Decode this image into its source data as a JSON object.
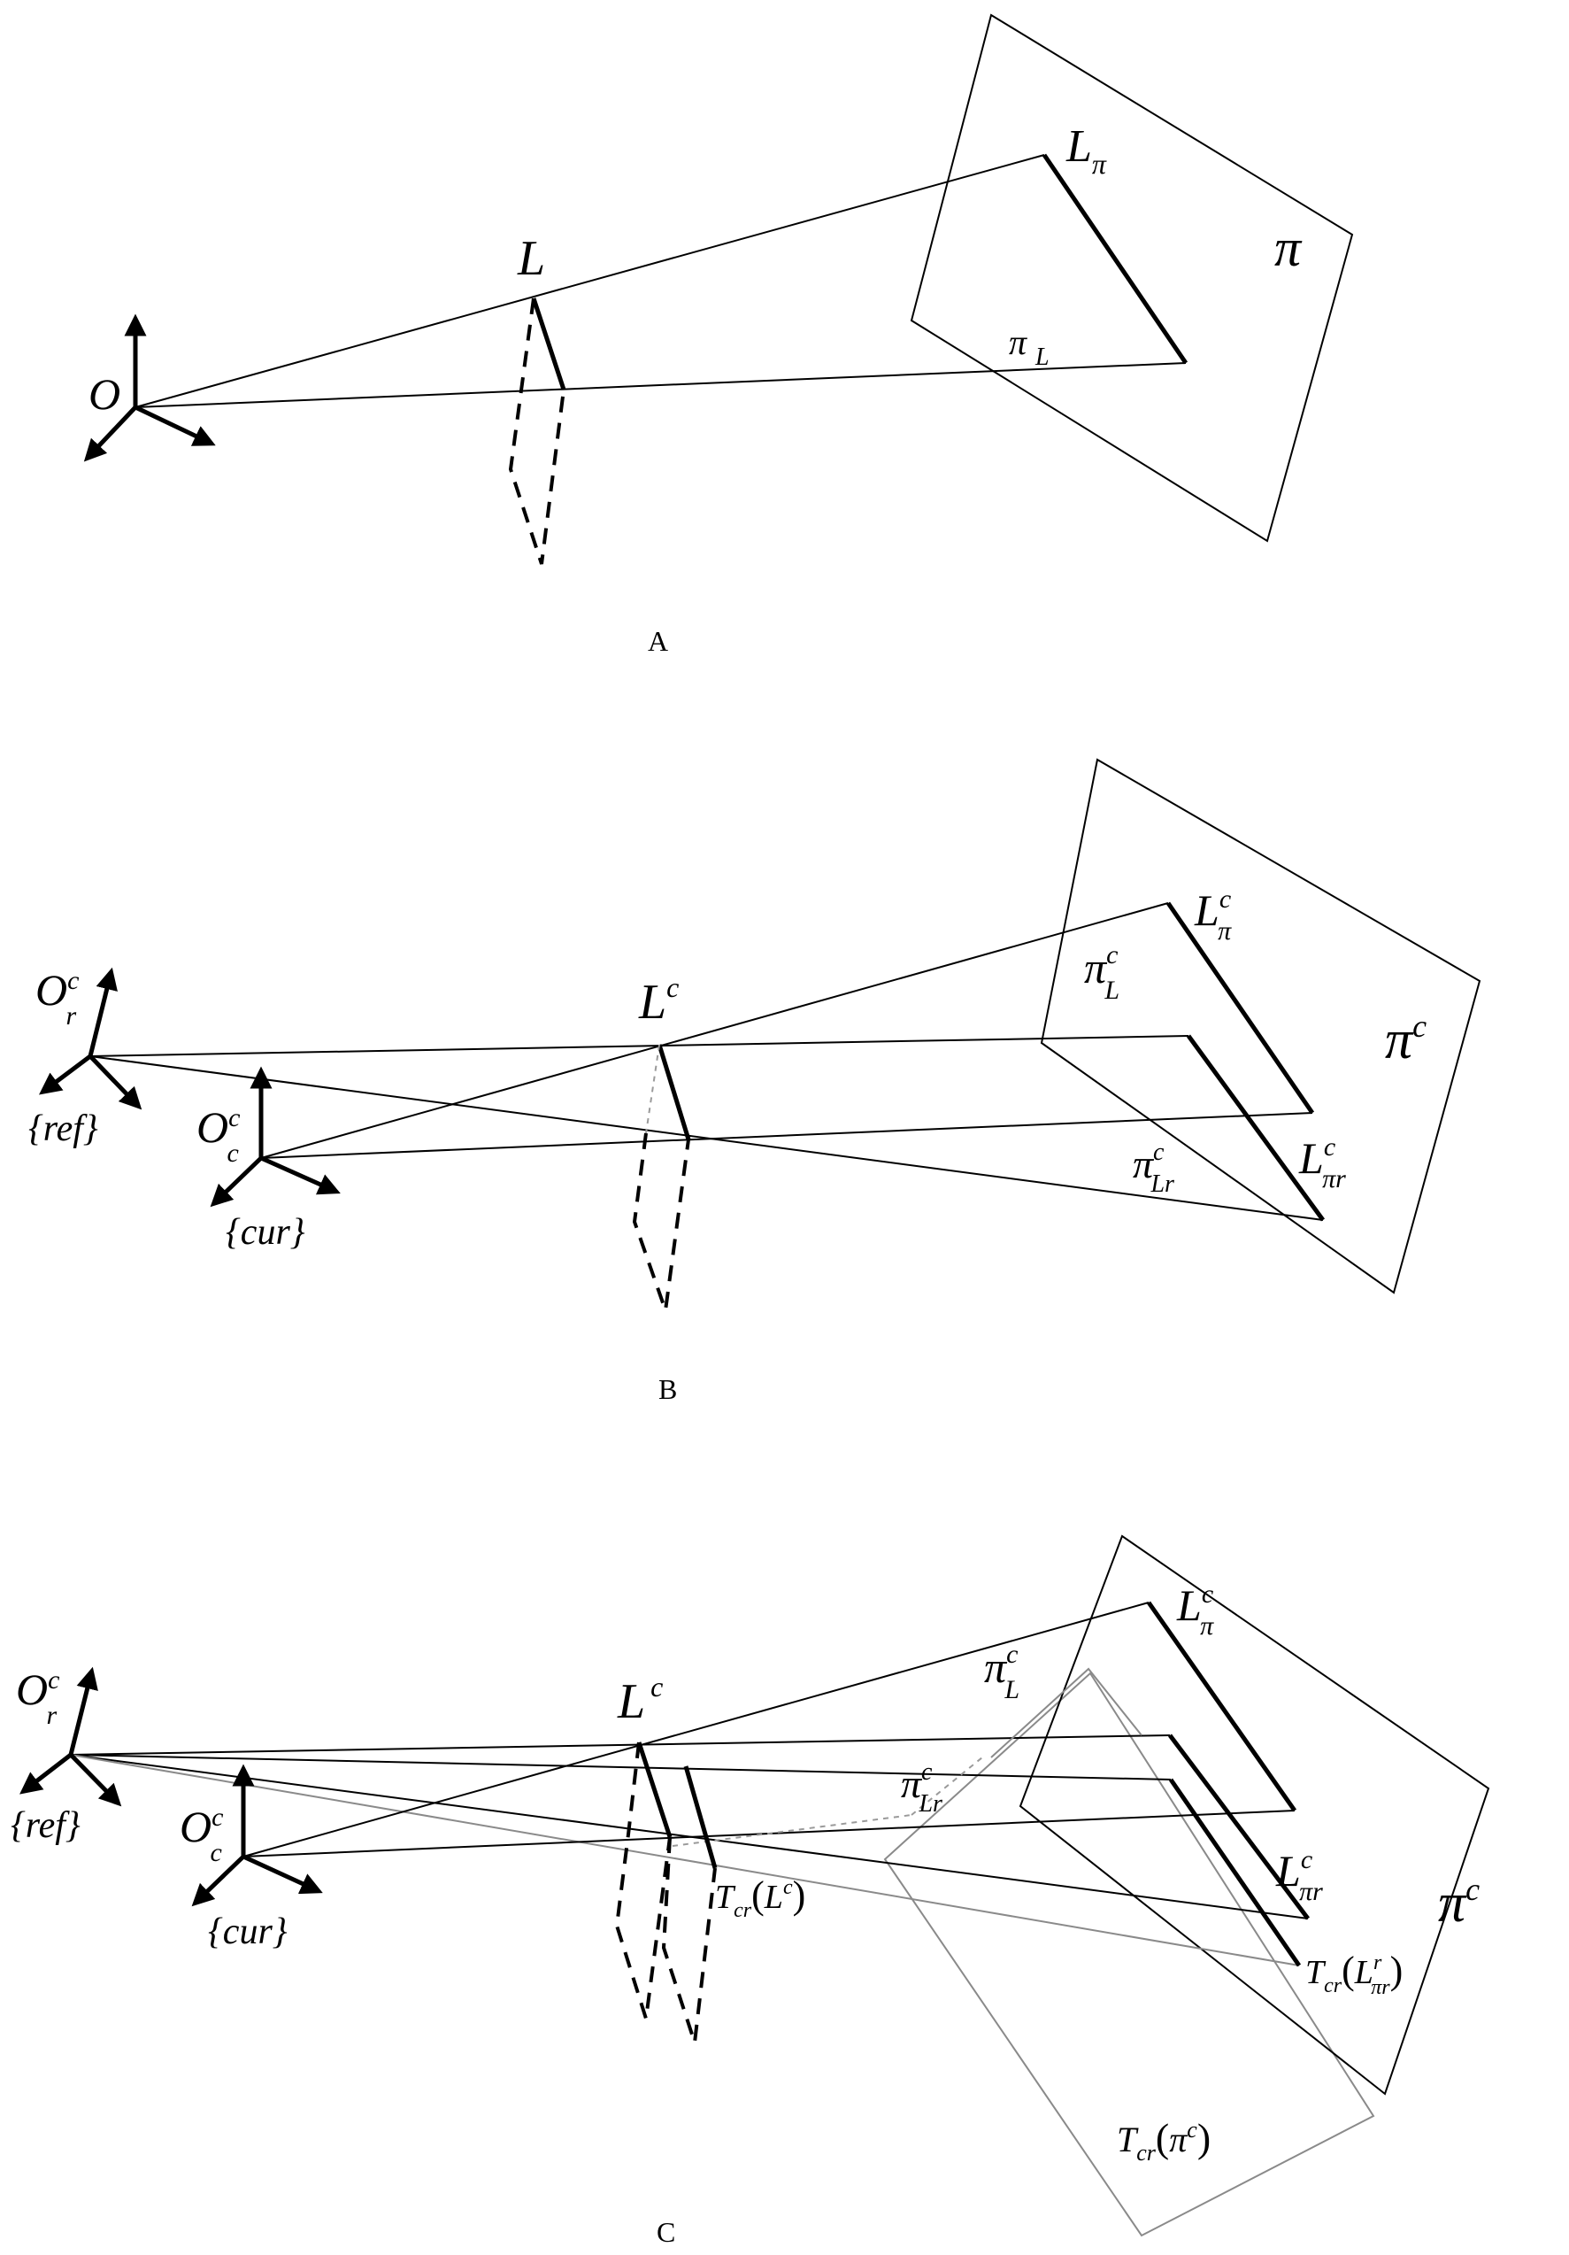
{
  "panels": {
    "a": {
      "caption": "A",
      "origin_label": "O",
      "line_label": "L",
      "plane_label": "π",
      "projected_line_label": "L",
      "projected_line_sub": "π",
      "plane_L_label": "π",
      "plane_L_sub": "L"
    },
    "b": {
      "caption": "B",
      "ref_origin": "O",
      "ref_origin_sup": "c",
      "ref_origin_sub": "r",
      "ref_frame": "{ref}",
      "cur_origin": "O",
      "cur_origin_sup": "c",
      "cur_origin_sub": "c",
      "cur_frame": "{cur}",
      "line_label": "L",
      "line_sup": "c",
      "plane_label": "π",
      "plane_sup": "c",
      "L_pi": "L",
      "L_pi_sup": "c",
      "L_pi_sub": "π",
      "pi_L": "π",
      "pi_L_sup": "c",
      "pi_L_sub": "L",
      "pi_Lr": "π",
      "pi_Lr_sup": "c",
      "pi_Lr_sub": "Lr",
      "L_pir": "L",
      "L_pir_sup": "c",
      "L_pir_sub": "πr"
    },
    "c": {
      "caption": "C",
      "ref_origin": "O",
      "ref_origin_sup": "c",
      "ref_origin_sub": "r",
      "ref_frame": "{ref}",
      "cur_origin": "O",
      "cur_origin_sup": "c",
      "cur_origin_sub": "c",
      "cur_frame": "{cur}",
      "line_label": "L",
      "line_sup": "c",
      "plane_label": "π",
      "plane_sup": "c",
      "L_pi": "L",
      "L_pi_sup": "c",
      "L_pi_sub": "π",
      "pi_L": "π",
      "pi_L_sup": "c",
      "pi_L_sub": "L",
      "pi_Lr": "π",
      "pi_Lr_sup": "c",
      "pi_Lr_sub": "Lr",
      "L_pir": "L",
      "L_pir_sup": "c",
      "L_pir_sub": "πr",
      "T_line": "T",
      "T_line_sub": "cr",
      "T_line_arg": "L",
      "T_line_arg_sup": "c",
      "T_Lpir": "T",
      "T_Lpir_sub": "cr",
      "T_Lpir_arg": "L",
      "T_Lpir_arg_sup": "r",
      "T_Lpir_arg_sub": "πr",
      "T_plane": "T",
      "T_plane_sub": "cr",
      "T_plane_arg": "π",
      "T_plane_arg_sup": "c"
    }
  },
  "colors": {
    "ink": "#000000",
    "faint": "#8a8a8a"
  },
  "icons": [
    "axis-arrow-icon"
  ]
}
